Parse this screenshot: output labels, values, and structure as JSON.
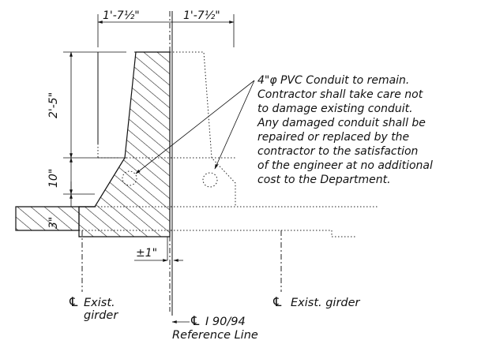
{
  "dimensions": {
    "top_left": "1'-7½\"",
    "top_right": "1'-7½\"",
    "vertical_upper": "2'-5\"",
    "vertical_middle": "10\"",
    "vertical_lower": "3\"",
    "offset": "±1\""
  },
  "note": {
    "lines": [
      "4\"φ PVC Conduit to remain.",
      "Contractor shall take care not",
      "to damage existing conduit.",
      "Any damaged conduit shall be",
      "repaired or replaced by the",
      "contractor to the satisfaction",
      "of the engineer at no additional",
      "cost to the Department."
    ]
  },
  "labels": {
    "centerline_symbol": "℄",
    "left_girder_line1": "Exist.",
    "left_girder_line2": "girder",
    "right_girder": "Exist. girder",
    "reference_line1": "I 90/94",
    "reference_line2": "Reference Line"
  },
  "icons": {
    "hatch_pattern": "section-hatch",
    "conduit": "circle-dotted"
  }
}
